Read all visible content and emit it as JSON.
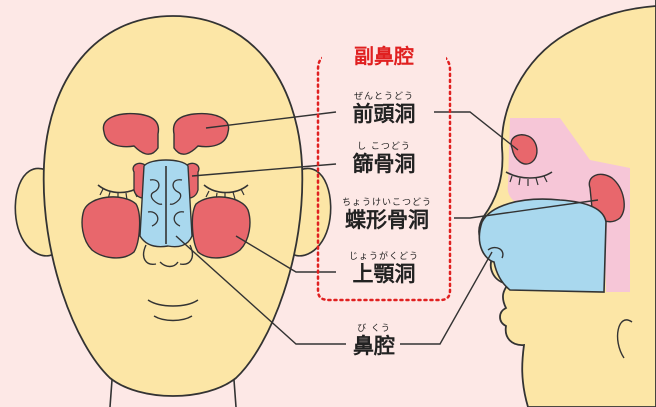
{
  "title": "副鼻腔",
  "labels": {
    "frontal": {
      "ruby": "ぜんとうどう",
      "name": "前頭洞"
    },
    "ethmoid": {
      "ruby": "し こつどう",
      "name": "篩骨洞"
    },
    "sphenoid": {
      "ruby": "ちょうけいこつどう",
      "name": "蝶形骨洞"
    },
    "maxillary": {
      "ruby": "じょうがくどう",
      "name": "上顎洞"
    },
    "nasal": {
      "ruby": "び くう",
      "name": "鼻腔"
    }
  },
  "colors": {
    "background": "#fde8e6",
    "skin": "#fce6a6",
    "outline": "#333333",
    "sinus": "#e8676c",
    "cavity": "#a9d8ee",
    "pink_region": "#f6c6d7",
    "accent_red": "#e02020"
  }
}
